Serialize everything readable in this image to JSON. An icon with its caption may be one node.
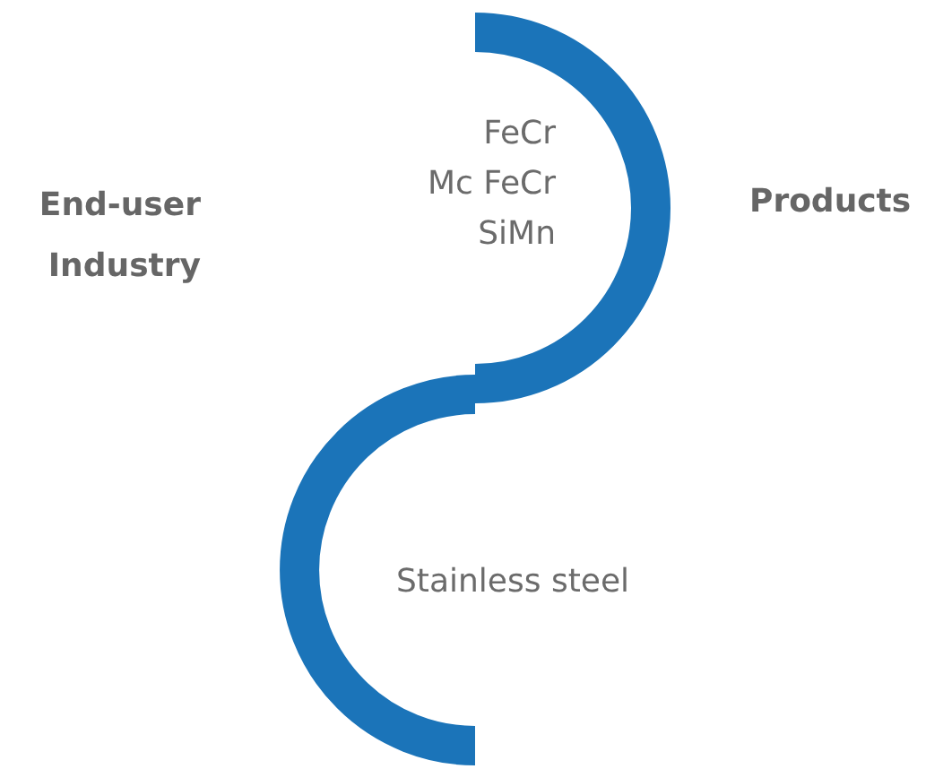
{
  "diagram": {
    "nodes": [
      {
        "text": [
          "FeCr",
          "Mc FeCr",
          "SiMn"
        ],
        "beside": [
          "Products"
        ]
      },
      {
        "text": [
          "Stainless steel"
        ],
        "beside": [
          "End-user Industry"
        ]
      }
    ]
  }
}
